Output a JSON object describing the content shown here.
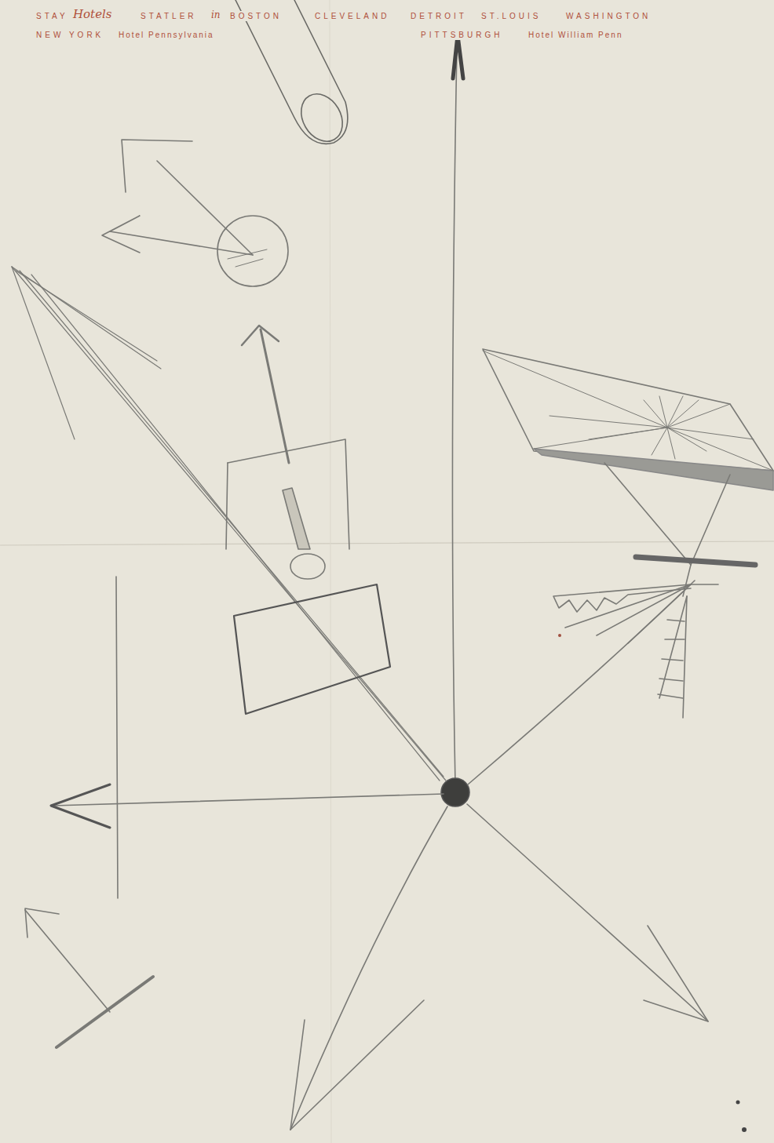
{
  "diagram": {
    "labels": [
      "STAY",
      "Hotels",
      "STATLER",
      "in",
      "BOSTON",
      "CLEVELAND",
      "DETROIT",
      "ST.LOUIS",
      "WASHINGTON",
      "NEW YORK",
      "Hotel Pennsylvania",
      "PITTSBURGH",
      "Hotel William Penn"
    ]
  }
}
